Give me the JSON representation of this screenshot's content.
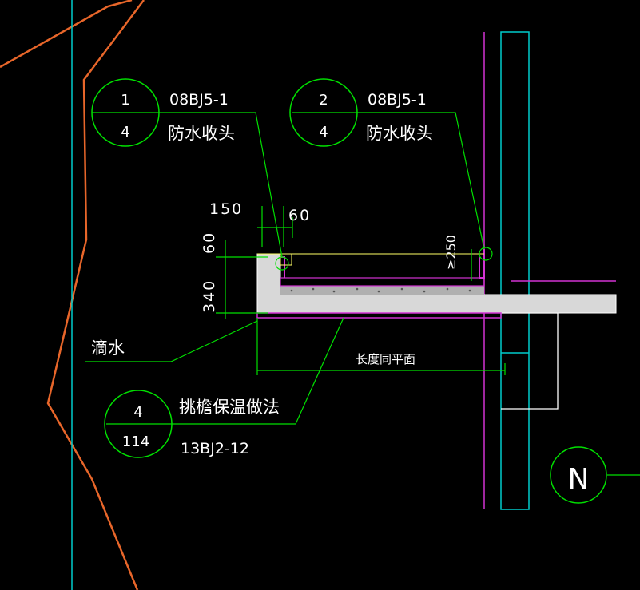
{
  "colors": {
    "background": "#000000",
    "leader_green": "#00e000",
    "grid_cyan": "#00cccc",
    "boundary_orange": "#e8662a",
    "waterproof_magenta": "#d233d2",
    "edge_yellow": "#ffff66",
    "concrete_white": "#d8d8d8",
    "text_white": "#ffffff"
  },
  "detail_callout_1": {
    "top": "1",
    "bottom": "4",
    "reference": "08BJ5-1",
    "description": "防水收头"
  },
  "detail_callout_2": {
    "top": "2",
    "bottom": "4",
    "reference": "08BJ5-1",
    "description": "防水收头"
  },
  "detail_callout_3": {
    "top": "4",
    "bottom": "114",
    "reference": "13BJ2-12",
    "description": "挑檐保温做法"
  },
  "dimensions": {
    "width_150": "150",
    "width_60": "60",
    "height_60": "60",
    "height_340": "340",
    "upturn_250": "≥250",
    "length_note": "长度同平面"
  },
  "labels": {
    "drip": "滴水",
    "north": "N"
  }
}
